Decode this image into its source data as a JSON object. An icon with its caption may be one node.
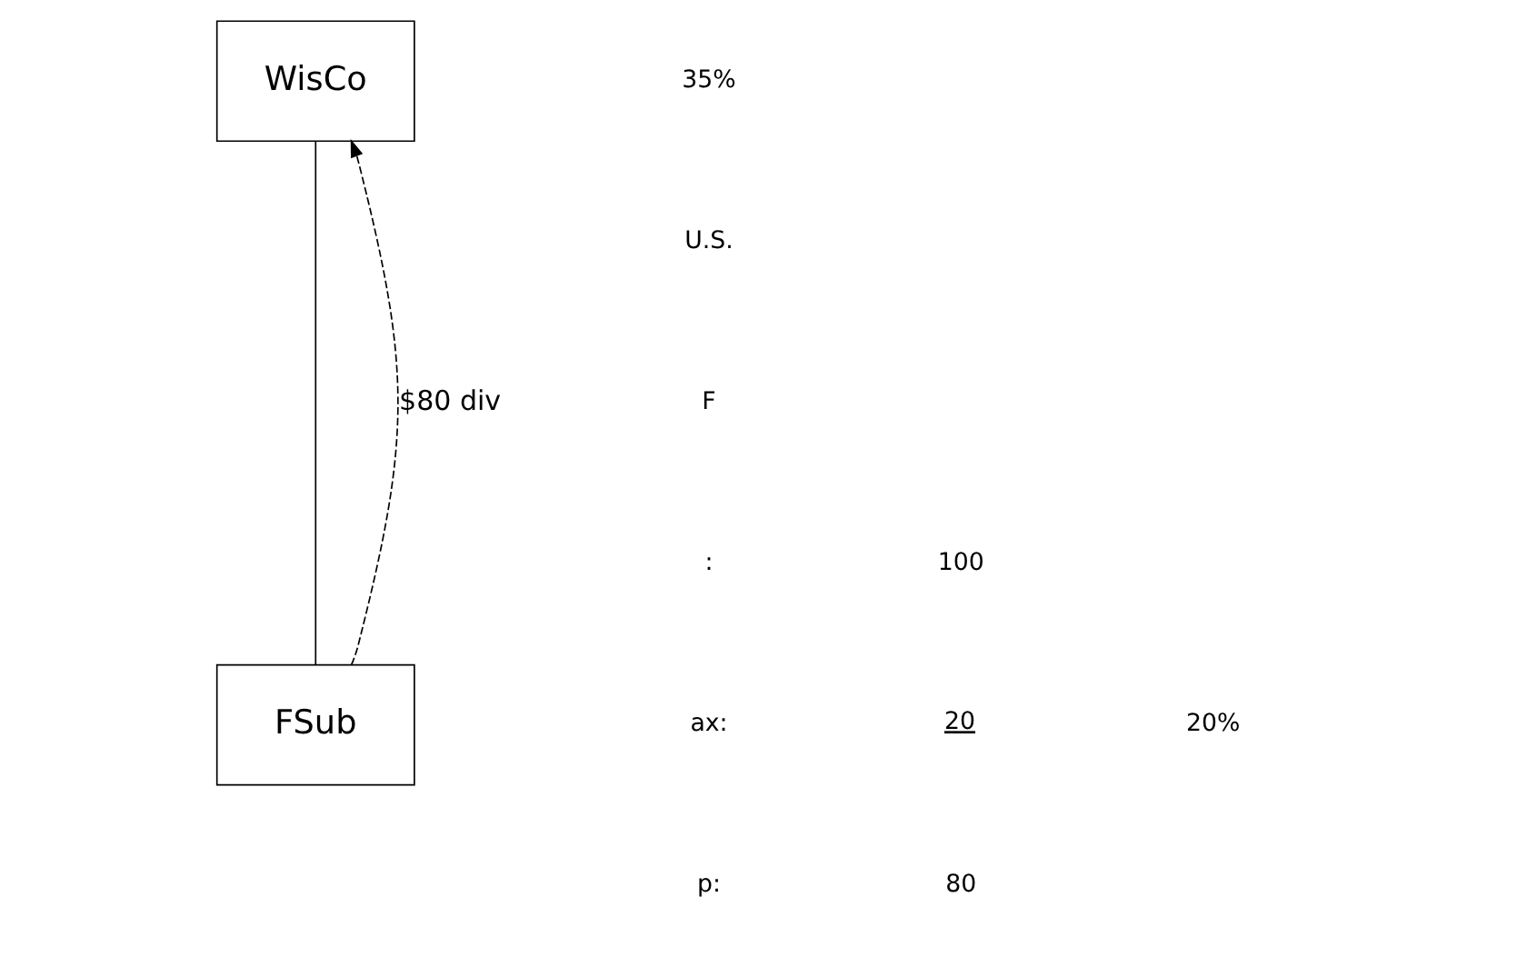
{
  "diagram": {
    "nodes": [
      {
        "text": [
          "WisCo"
        ]
      },
      {
        "text": [
          "FSub"
        ]
      }
    ],
    "edges": [
      {
        "from": 0,
        "to": 1,
        "arrow": "none"
      },
      {
        "from": 1,
        "to": 0,
        "arrow": "to",
        "style": "dashed",
        "label": "$80 div"
      }
    ],
    "labels": [
      "35%",
      "U.S.",
      "F",
      ":",
      "100",
      "ax:",
      "20",
      "p:",
      "80",
      "20%"
    ]
  }
}
